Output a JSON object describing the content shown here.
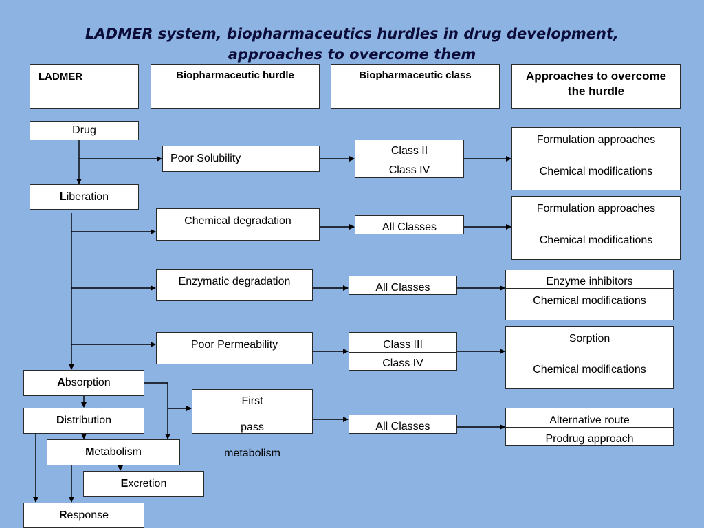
{
  "title": "LADMER system, biopharmaceutics hurdles in drug development, approaches to overcome them",
  "headers": {
    "ladmer": "LADMER",
    "hurdle": "Biopharmaceutic hurdle",
    "class": "Biopharmaceutic class",
    "approaches": "Approaches to overcome the hurdle"
  },
  "ladmer": {
    "drug": "Drug",
    "liberation": {
      "initial": "L",
      "rest": "iberation"
    },
    "absorption": {
      "initial": "A",
      "rest": "bsorption"
    },
    "distribution": {
      "initial": "D",
      "rest": "istribution"
    },
    "metabolism": {
      "initial": "M",
      "rest": "etabolism"
    },
    "excretion": {
      "initial": "E",
      "rest": "xcretion"
    },
    "response": {
      "initial": "R",
      "rest": "esponse"
    }
  },
  "hurdles": {
    "solubility": "Poor Solubility",
    "chem_degradation": "Chemical degradation",
    "enz_degradation": "Enzymatic degradation",
    "permeability": "Poor Permeability",
    "first_pass": [
      "First",
      "pass",
      "metabolism"
    ]
  },
  "classes": {
    "solubility": [
      "Class II",
      "Class IV"
    ],
    "chem_degradation": "All Classes",
    "enz_degradation": "All Classes",
    "permeability": [
      "Class III",
      "Class IV"
    ],
    "first_pass": "All Classes"
  },
  "approaches": {
    "solubility": [
      "Formulation approaches",
      "Chemical modifications"
    ],
    "chem_degradation": [
      "Formulation approaches",
      "Chemical modifications"
    ],
    "enz_degradation": [
      "Enzyme inhibitors",
      "Chemical modifications"
    ],
    "permeability": [
      "Sorption",
      "Chemical modifications"
    ],
    "first_pass": [
      "Alternative route",
      "Prodrug approach"
    ]
  },
  "colors": {
    "background": "#8db3e2",
    "box": "#ffffff",
    "title": "#0c0c3a",
    "line": "#000000"
  }
}
